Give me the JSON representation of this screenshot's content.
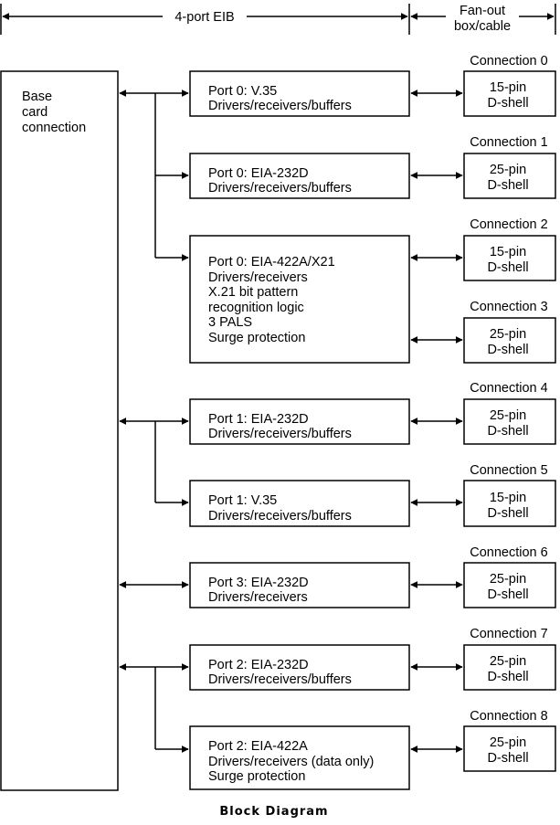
{
  "header": {
    "eib_label": "4-port EIB",
    "fanout_label": [
      "Fan-out",
      "box/cable"
    ]
  },
  "base": {
    "label": [
      "Base",
      "card",
      "connection"
    ]
  },
  "ports": [
    {
      "lines": [
        "Port 0: V.35",
        "Drivers/receivers/buffers"
      ]
    },
    {
      "lines": [
        "Port 0: EIA-232D",
        "Drivers/receivers/buffers"
      ]
    },
    {
      "lines": [
        "Port 0: EIA-422A/X21",
        "Drivers/receivers",
        "X.21 bit pattern",
        "recognition logic",
        "3 PALS",
        "Surge protection"
      ]
    },
    {
      "lines": [
        "Port 1: EIA-232D",
        "Drivers/receivers/buffers"
      ]
    },
    {
      "lines": [
        "Port 1: V.35",
        "Drivers/receivers/buffers"
      ]
    },
    {
      "lines": [
        "Port 3: EIA-232D",
        "Drivers/receivers"
      ]
    },
    {
      "lines": [
        "Port 2: EIA-232D",
        "Drivers/receivers/buffers"
      ]
    },
    {
      "lines": [
        "Port 2: EIA-422A",
        "Drivers/receivers (data only)",
        "Surge protection"
      ]
    }
  ],
  "connections": [
    {
      "title": "Connection 0",
      "lines": [
        "15-pin",
        "D-shell"
      ]
    },
    {
      "title": "Connection 1",
      "lines": [
        "25-pin",
        "D-shell"
      ]
    },
    {
      "title": "Connection 2",
      "lines": [
        "15-pin",
        "D-shell"
      ]
    },
    {
      "title": "Connection 3",
      "lines": [
        "25-pin",
        "D-shell"
      ]
    },
    {
      "title": "Connection 4",
      "lines": [
        "25-pin",
        "D-shell"
      ]
    },
    {
      "title": "Connection 5",
      "lines": [
        "15-pin",
        "D-shell"
      ]
    },
    {
      "title": "Connection 6",
      "lines": [
        "25-pin",
        "D-shell"
      ]
    },
    {
      "title": "Connection 7",
      "lines": [
        "25-pin",
        "D-shell"
      ]
    },
    {
      "title": "Connection 8",
      "lines": [
        "25-pin",
        "D-shell"
      ]
    }
  ],
  "caption": "Block Diagram"
}
